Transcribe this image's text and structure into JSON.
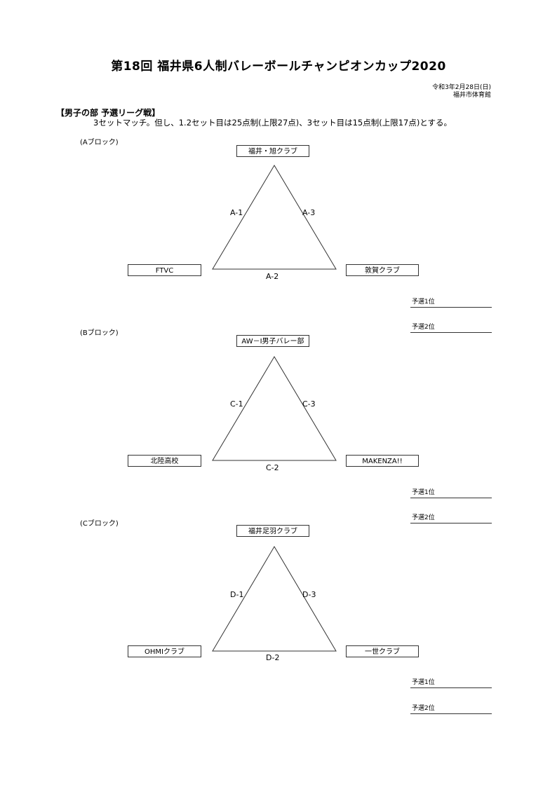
{
  "title": "第18回  福井県6人制バレーボールチャンピオンカップ2020",
  "date": "令和3年2月28日(日)",
  "venue": "福井市体育館",
  "section_title": "【男子の部  予選リーグ戦】",
  "rule_text": "3セットマッチ。但し、1.2セット目は25点制(上限27点)、3セット目は15点制(上限17点)とする。",
  "rank_labels": {
    "first": "予選1位",
    "second": "予選2位"
  },
  "blocks": [
    {
      "label": "(Aブロック)",
      "top_team": "福井・旭クラブ",
      "left_team": "FTVC",
      "right_team": "敦賀クラブ",
      "matches": {
        "left": "A-1",
        "bottom": "A-2",
        "right": "A-3"
      }
    },
    {
      "label": "(Bブロック)",
      "top_team": "AW－I男子バレー部",
      "left_team": "北陸高校",
      "right_team": "MAKENZA!!",
      "matches": {
        "left": "C-1",
        "bottom": "C-2",
        "right": "C-3"
      }
    },
    {
      "label": "(Cブロック)",
      "top_team": "福井足羽クラブ",
      "left_team": "OHMIクラブ",
      "right_team": "一世クラブ",
      "matches": {
        "left": "D-1",
        "bottom": "D-2",
        "right": "D-3"
      }
    }
  ]
}
